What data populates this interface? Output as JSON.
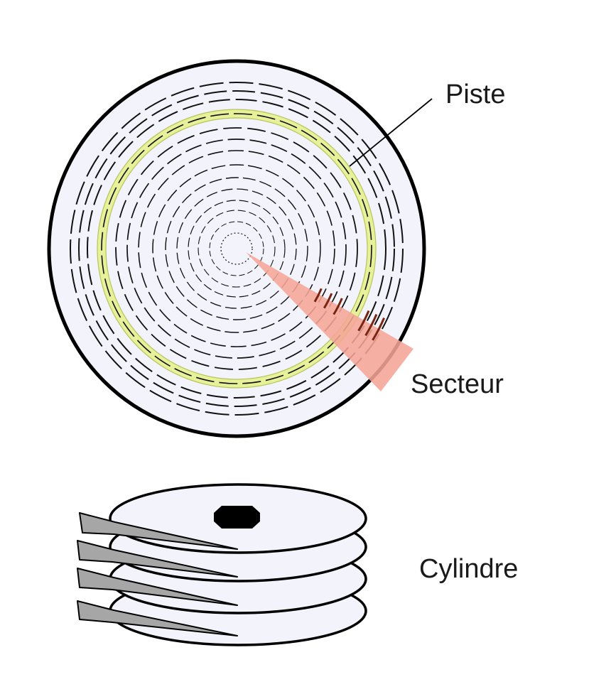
{
  "labels": {
    "track": "Piste",
    "sector": "Secteur",
    "cylinder": "Cylindre"
  },
  "colors": {
    "platter_fill": "#f3f3fc",
    "outline": "#000000",
    "track_highlight": "#e6f19a",
    "sector_highlight": "#f5a596",
    "sector_track_dark": "#7a2412",
    "head_fill": "#a6a6a6",
    "spindle": "#000000"
  },
  "icons": {
    "platter": "disk-platter-icon",
    "head": "read-write-head-icon",
    "spindle": "spindle-icon"
  }
}
